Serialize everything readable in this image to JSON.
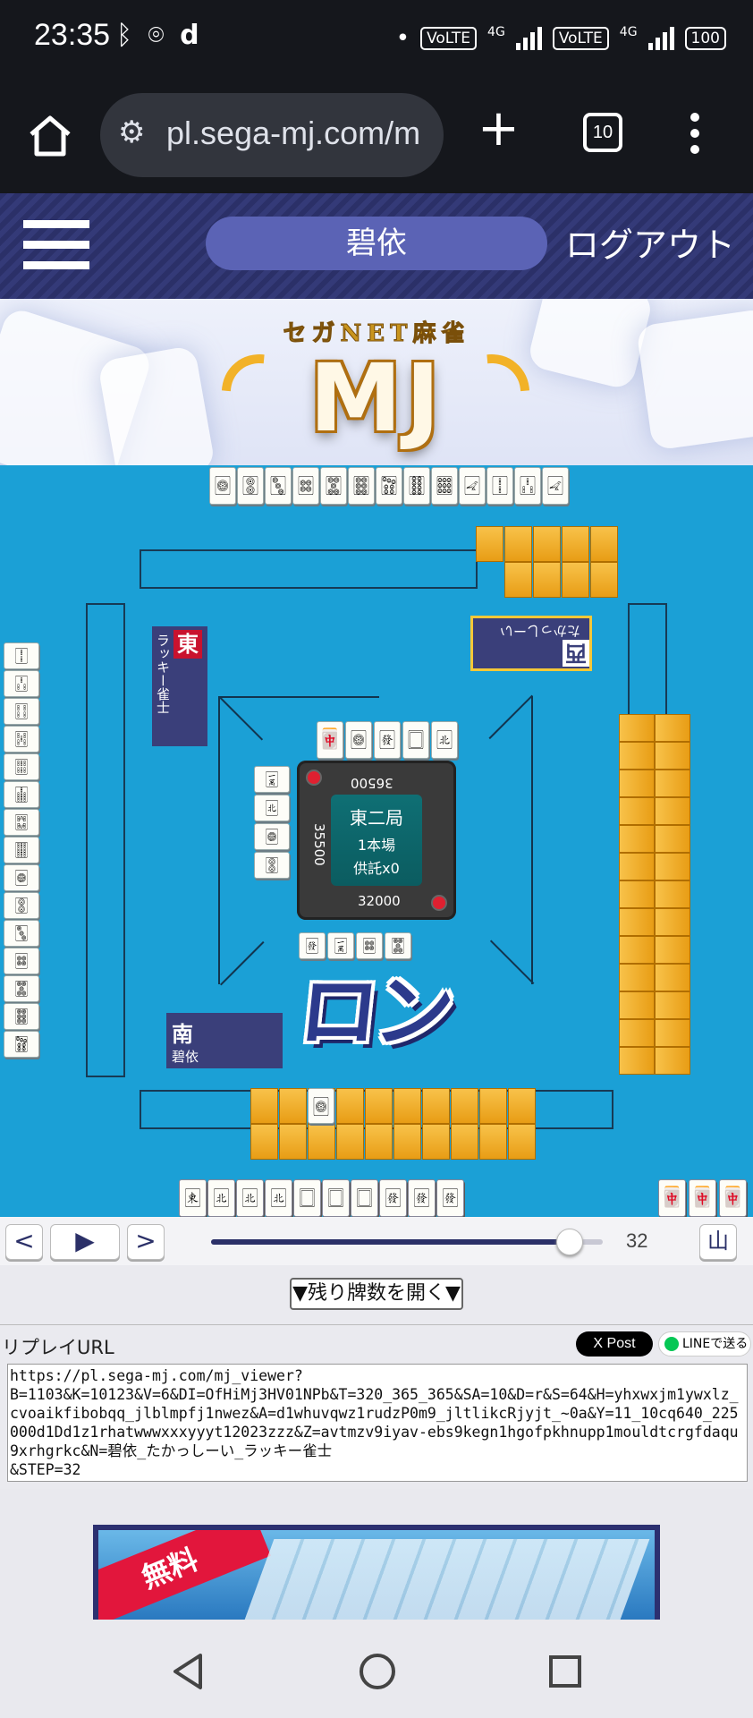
{
  "status_bar": {
    "time": "23:35",
    "left_icons": [
      "bluetooth-icon",
      "location-icon",
      "d-app-icon"
    ],
    "volte_1": "VoLTE",
    "net_1": "4G",
    "volte_2": "VoLTE",
    "net_2": "4G",
    "battery": "100"
  },
  "browser": {
    "url": "pl.sega-mj.com/m",
    "tab_count": "10"
  },
  "site_header": {
    "username": "碧依",
    "logout": "ログアウト"
  },
  "banner": {
    "tagline": "セガNET麻雀",
    "logo": "MJ"
  },
  "board": {
    "top_discards": [
      "🀙",
      "🀚",
      "🀛",
      "🀜",
      "🀝",
      "🀞",
      "🀟",
      "🀠",
      "🀡",
      "🀐",
      "🀑",
      "🀒",
      "🀐"
    ],
    "left_discards": [
      "🀑",
      "🀒",
      "🀓",
      "🀔",
      "🀕",
      "🀖",
      "🀗",
      "🀘",
      "🀙",
      "🀚",
      "🀛",
      "🀜",
      "🀝",
      "🀞",
      "🀟"
    ],
    "opponent_west_name": "たかっしーい",
    "opponent_west_wind": "西",
    "opponent_east_name": "ラッキー雀士",
    "opponent_east_wind": "東",
    "player_south_name": "碧依",
    "player_south_wind": "南",
    "top_pond": [
      "🀄",
      "🀙",
      "🀅",
      "🀆",
      "🀃"
    ],
    "left_pond": [
      "🀇",
      "🀃",
      "🀙",
      "🀚"
    ],
    "bottom_pond": [
      "🀅",
      "🀇",
      "🀜",
      "🀝"
    ],
    "score_top": "36500",
    "score_left": "35500",
    "score_bottom": "32000",
    "round": "東二局",
    "honba": "1本場",
    "kyotaku": "供託x0",
    "ron_call": "ロン",
    "player_hand": [
      "🀀",
      "🀃",
      "🀃",
      "🀃",
      "🀆",
      "🀆",
      "🀆",
      "🀅",
      "🀅",
      "🀅"
    ],
    "right_meld": [
      "🀄",
      "🀄",
      "🀄"
    ]
  },
  "controls": {
    "prev": "<",
    "play": "▶",
    "next": ">",
    "step": "32",
    "progress": 0.95,
    "wall_icon": "山"
  },
  "lower": {
    "open_remaining": "▼残り牌数を開く▼",
    "replay_url_label": "リプレイURL",
    "x_post": "X Post",
    "line_share": "LINEで送る",
    "replay_url": "https://pl.sega-mj.com/mj_viewer?\nB=1103&K=10123&V=6&DI=OfHiMj3HV01NPb&T=320_365_365&SA=10&D=r&S=64&H=yhxwxjm1ywxlz_cvoaikfibobqq_jlblmpfj1nwez&A=d1whuvqwz1rudzP0m9_jltlikcRjyjt_~0a&Y=11_10cq640_225000d1Dd1z1rhatwwwxxxyyyt12023zzz&Z=avtmzv9iyav-ebs9kegn1hgofpkhnupp1mouldtcrgfdaqu9xrhgrkc&N=碧依_たかっしーい_ラッキー雀士\n&STEP=32"
  },
  "ad": {
    "ribbon": "無料"
  },
  "colors": {
    "board": "#1ba0d6",
    "header": "#2b3068",
    "tile_back": "#f2a623",
    "wind_red": "#c9122e"
  }
}
